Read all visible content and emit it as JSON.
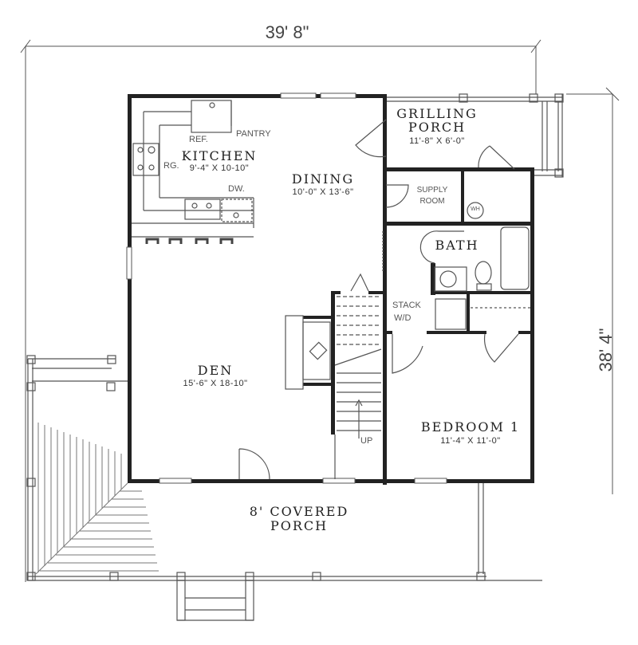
{
  "plan": {
    "overall_width": "39' 8\"",
    "overall_depth": "38' 4\""
  },
  "rooms": {
    "kitchen": {
      "name": "KITCHEN",
      "size": "9'-4\" X 10-10\""
    },
    "dining": {
      "name": "DINING",
      "size": "10'-0\" X 13'-6\""
    },
    "grilling_porch": {
      "name_line1": "GRILLING",
      "name_line2": "PORCH",
      "size": "11'-8\" X 6'-0\""
    },
    "supply_room": {
      "name_line1": "SUPPLY",
      "name_line2": "ROOM"
    },
    "bath": {
      "name": "BATH"
    },
    "den": {
      "name": "DEN",
      "size": "15'-6\" X 18-10\""
    },
    "bedroom1": {
      "name": "BEDROOM 1",
      "size": "11'-4\" X 11'-0\""
    },
    "covered_porch": {
      "name_line1": "8' COVERED",
      "name_line2": "PORCH"
    }
  },
  "fixtures": {
    "ref": "REF.",
    "pantry": "PANTRY",
    "range": "RG.",
    "dishwasher": "DW.",
    "water_heater": "WH",
    "stack_wd_line1": "STACK",
    "stack_wd_line2": "W/D",
    "stairs_up": "UP"
  }
}
